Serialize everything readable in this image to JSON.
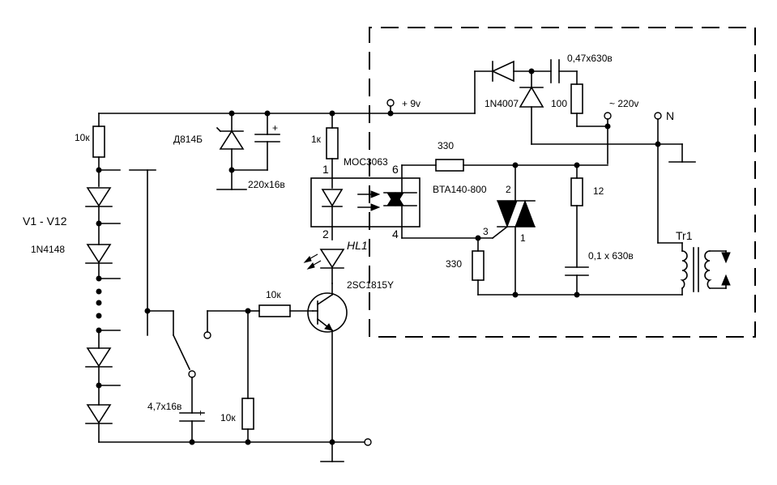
{
  "labels": {
    "r_left_top": "10к",
    "diode_chain_range": "V1 - V12",
    "diode_chain_type": "1N4148",
    "zener": "Д814Б",
    "cap_supply": "220х16в",
    "r_led": "1к",
    "opto": "MOC3063",
    "opto_pin1": "1",
    "opto_pin2": "2",
    "opto_pin4": "4",
    "opto_pin6": "6",
    "led": "HL1",
    "transistor": "2SC1815Y",
    "r_base": "10к",
    "r_bottom": "10к",
    "cap_timer": "4,7х16в",
    "supply": "+ 9v",
    "rectifier_diode": "1N4007",
    "r_100": "100",
    "cap_047": "0,47х630в",
    "mains": "~ 220v",
    "neutral": "N",
    "r_330_top": "330",
    "triac": "BTA140-800",
    "triac_pin1": "1",
    "triac_pin2": "2",
    "triac_pin3": "3",
    "r_330_gate": "330",
    "r_12": "12",
    "cap_01": "0,1 х 630в",
    "transformer": "Tr1",
    "cap_plus_1": "+",
    "cap_plus_2": "+"
  }
}
